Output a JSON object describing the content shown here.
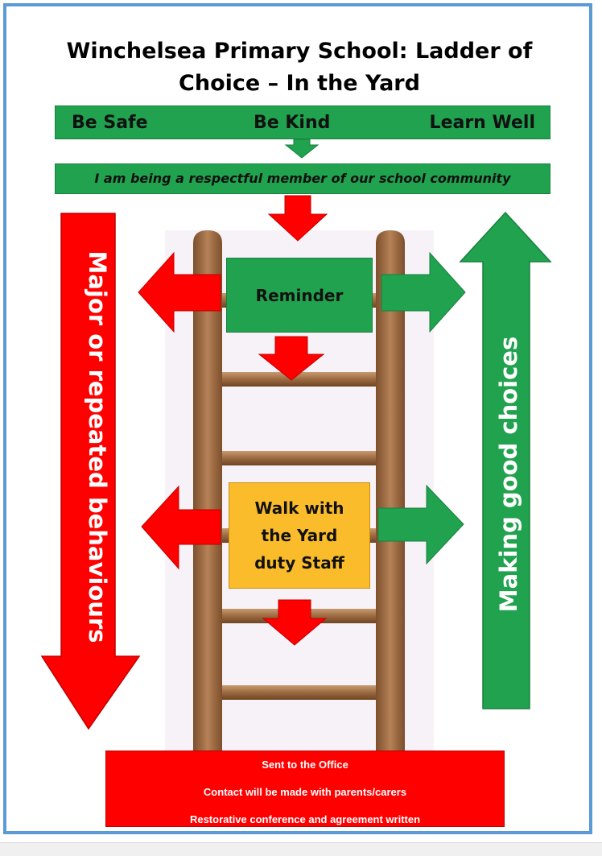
{
  "title": "Winchelsea Primary School: Ladder of Choice – In the Yard",
  "title_line1": "Winchelsea Primary School: Ladder of",
  "title_line2": "Choice – In the Yard",
  "values": [
    "Be Safe",
    "Be Kind",
    "Learn Well"
  ],
  "statement": "I am being a respectful member of our school community",
  "steps": {
    "reminder": "Reminder",
    "walk_line1": "Walk with",
    "walk_line2": "the Yard",
    "walk_line3": "duty Staff"
  },
  "left_arrow_label": "Major or repeated behaviours",
  "right_arrow_label": "Making good choices",
  "office": {
    "lines": [
      "Sent to the Office",
      "Contact will be made with parents/carers",
      "Restorative conference and agreement written"
    ]
  },
  "colors": {
    "green": "#21a24e",
    "red": "#ff0000",
    "amber": "#fbbc2c",
    "ladder_wood": "#a9744a",
    "frame": "#5b9bd5"
  }
}
